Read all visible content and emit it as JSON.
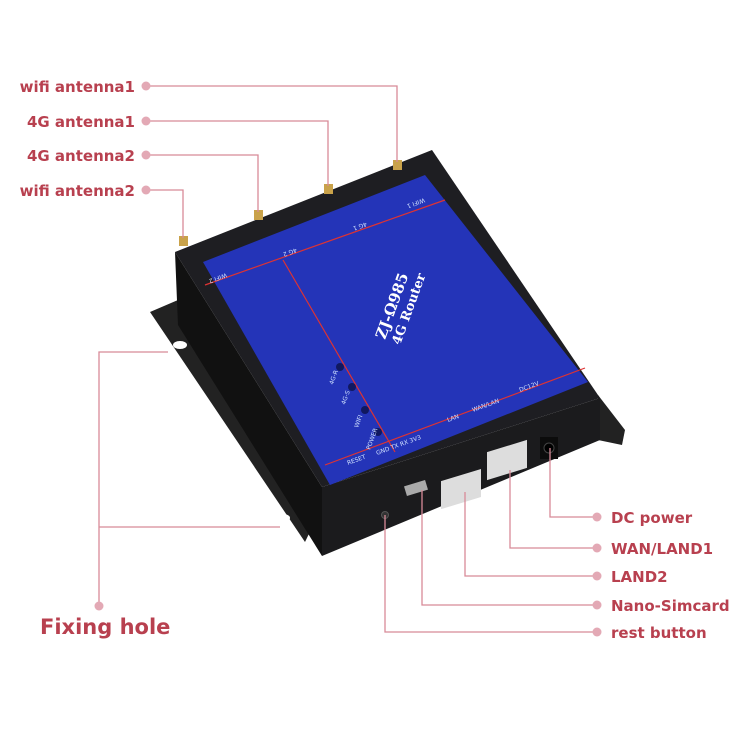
{
  "labels": {
    "wifi_antenna1": "wifi antenna1",
    "g4_antenna1": "4G antenna1",
    "g4_antenna2": "4G antenna2",
    "wifi_antenna2": "wifi antenna2",
    "fixing_hole": "Fixing hole",
    "dc_power": "DC power",
    "wan_land1": "WAN/LAND1",
    "land2": "LAND2",
    "nano_simcard": "Nano-Simcard",
    "rest_button": "rest button"
  },
  "device": {
    "model": "ZJ-Ω985",
    "name": "4G Router",
    "leds": [
      "4G-R",
      "4G-S",
      "WIFI",
      "POWER"
    ],
    "reset": "RESET",
    "serial": "GND TX RX 3V3",
    "lan": "LAN",
    "wan": "WAN/LAN",
    "dc": "DC12V",
    "antenna_ports": [
      "WIFI 1",
      "4G 1",
      "4G 2",
      "WIFI 2"
    ]
  },
  "colors": {
    "label": "#b8404f",
    "line": "#d88a98",
    "panel": "#2434b8",
    "body": "#1a1a1c"
  }
}
